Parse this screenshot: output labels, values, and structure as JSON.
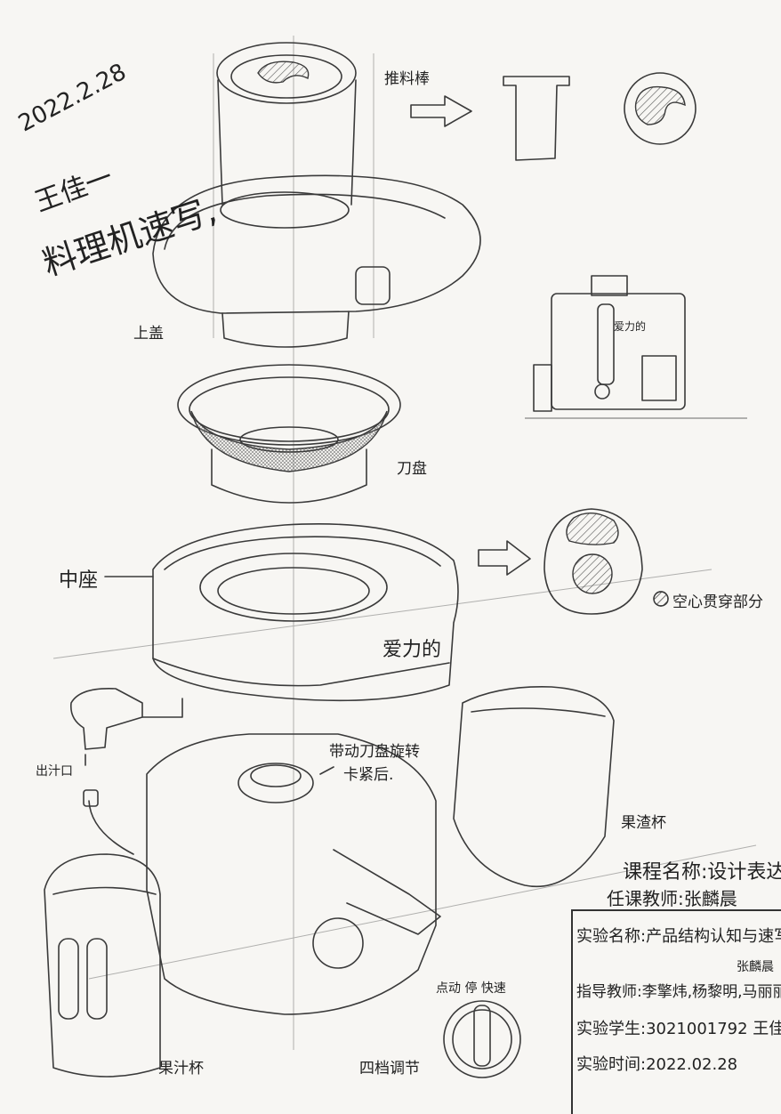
{
  "header": {
    "date": "2022.2.28",
    "author": "王佳一",
    "title": "料理机速写,"
  },
  "callouts": {
    "pusher": "推料棒",
    "top_cover": "上盖",
    "blade_disc": "刀盘",
    "middle_base": "中座",
    "hollow_legend": "空心贯穿部分",
    "juice_outlet": "出汁口",
    "drive_note_line1": "带动刀盘旋转",
    "drive_note_line2": "卡紧后.",
    "pulp_cup": "果渣杯",
    "juice_cup": "果汁杯",
    "gear_control": "四档调节",
    "knob_labels": "点动 停 快速",
    "brand": "爱力的"
  },
  "info_block": {
    "course": "课程名称:设计表达C",
    "teacher": "任课教师:张麟晨",
    "experiment": "实验名称:产品结构认知与速写",
    "guide_extra": "张麟晨",
    "guide": "指导教师:李擎炜,杨黎明,马丽丽,",
    "student": "实验学生:3021001792 王佳一",
    "time": "实验时间:2022.02.28"
  }
}
